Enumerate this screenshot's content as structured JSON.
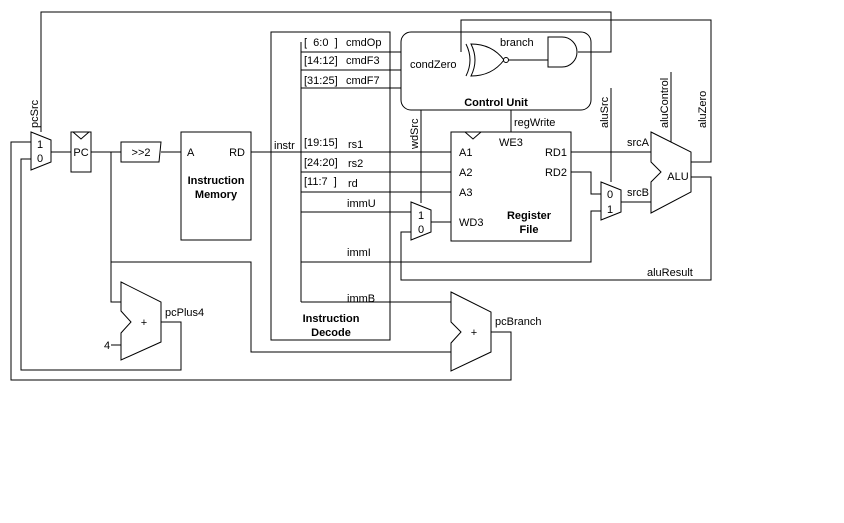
{
  "colors": {
    "line": "#000000",
    "background": "#ffffff"
  },
  "blocks": {
    "pc": "PC",
    "shift": ">>2",
    "imem": {
      "port_a": "A",
      "port_rd": "RD",
      "title_line1": "Instruction",
      "title_line2": "Memory"
    },
    "decode": {
      "title_line1": "Instruction",
      "title_line2": "Decode"
    },
    "control": {
      "title": "Control Unit"
    },
    "regfile": {
      "a1": "A1",
      "a2": "A2",
      "a3": "A3",
      "wd3": "WD3",
      "we3": "WE3",
      "rd1": "RD1",
      "rd2": "RD2",
      "title_line1": "Register",
      "title_line2": "File"
    },
    "alu": "ALU",
    "adder_plus4": "+",
    "adder_branch": "+"
  },
  "mux": {
    "pc_mux": {
      "in1": "1",
      "in0": "0"
    },
    "wd_mux": {
      "in1": "1",
      "in0": "0"
    },
    "alu_mux": {
      "in0": "0",
      "in1": "1"
    }
  },
  "decode_fields": [
    {
      "bits": "[  6:0  ]",
      "name": "cmdOp"
    },
    {
      "bits": "[14:12]",
      "name": "cmdF3"
    },
    {
      "bits": "[31:25]",
      "name": "cmdF7"
    },
    {
      "bits": "[19:15]",
      "name": "rs1"
    },
    {
      "bits": "[24:20]",
      "name": "rs2"
    },
    {
      "bits": "[11:7  ]",
      "name": "rd"
    }
  ],
  "signals": {
    "pcSrc": "pcSrc",
    "instr": "instr",
    "immU": "immU",
    "immI": "immI",
    "immB": "immB",
    "wdSrc": "wdSrc",
    "regWrite": "regWrite",
    "aluSrc": "aluSrc",
    "aluControl": "aluControl",
    "aluZero": "aluZero",
    "branch": "branch",
    "condZero": "condZero",
    "srcA": "srcA",
    "srcB": "srcB",
    "aluResult": "aluResult",
    "pcPlus4": "pcPlus4",
    "pcBranch": "pcBranch",
    "const4": "4"
  }
}
